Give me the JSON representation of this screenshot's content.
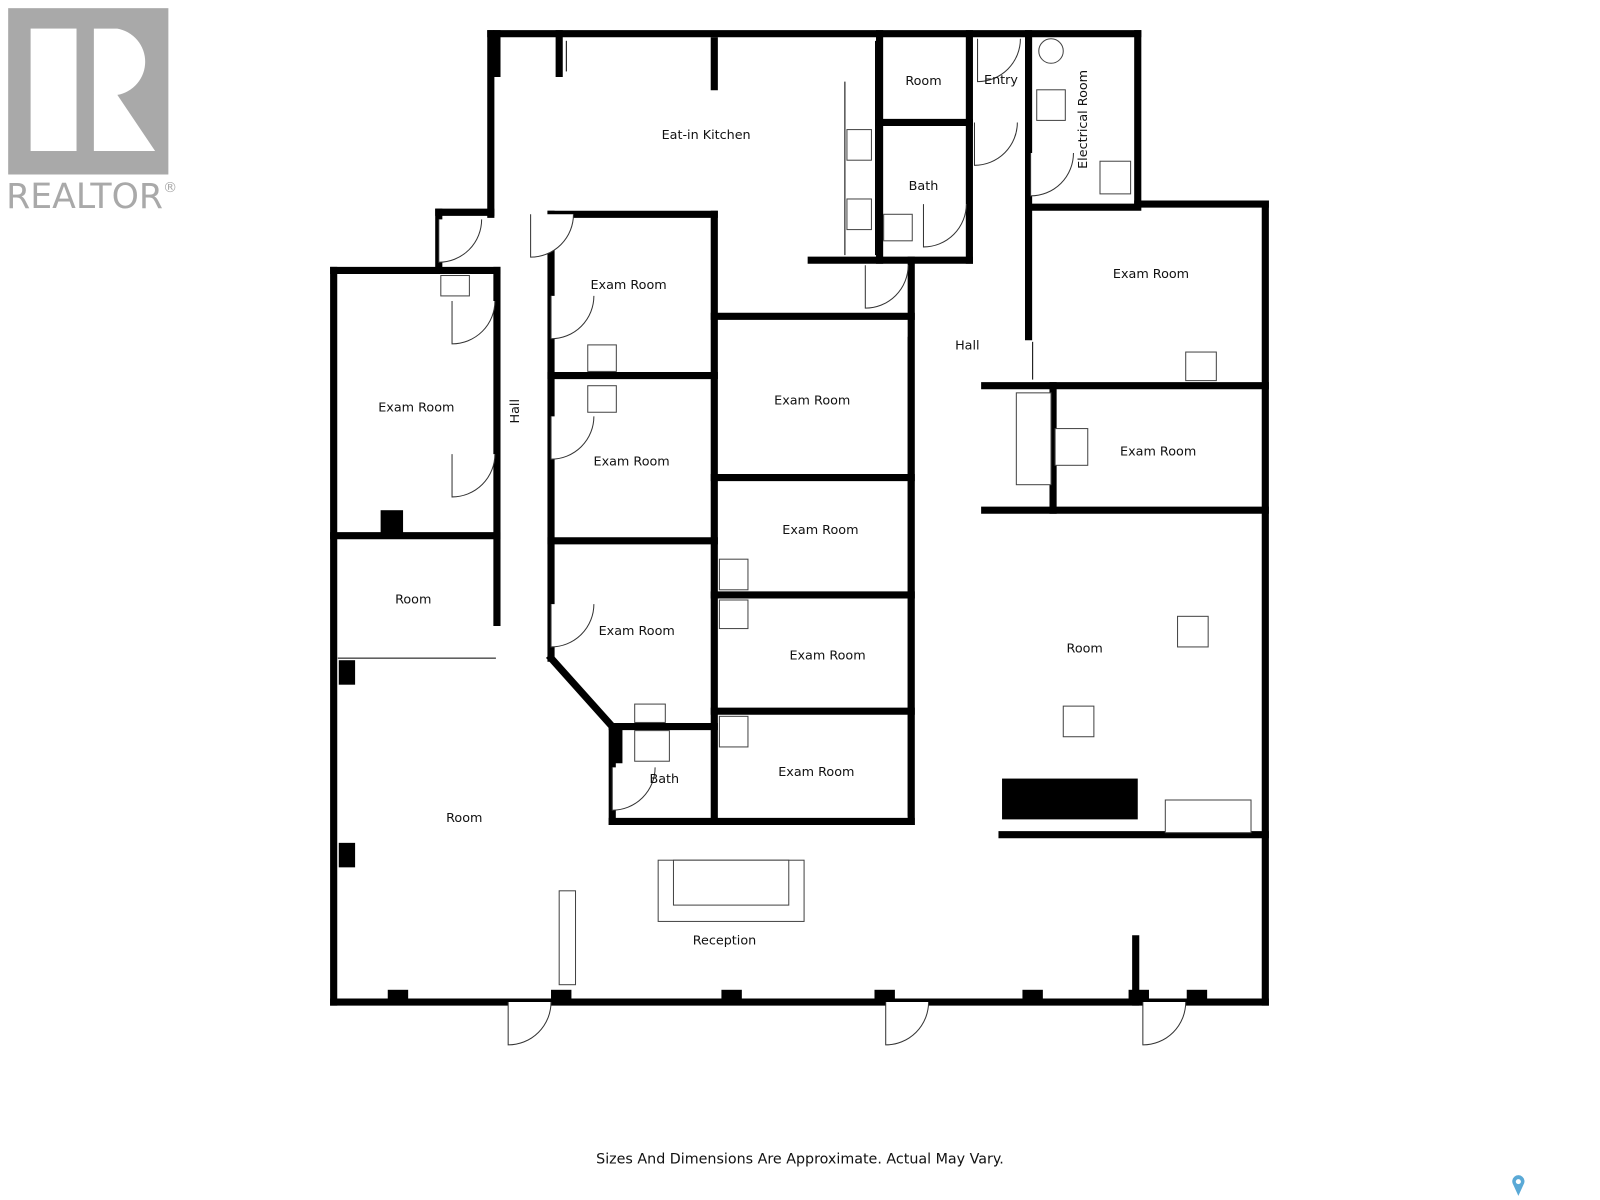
{
  "logo": {
    "text": "REALTOR",
    "mark": "®",
    "color": "#a9a9a9"
  },
  "rooms": [
    {
      "id": "kitchen",
      "label": "Eat-in Kitchen"
    },
    {
      "id": "room-top",
      "label": "Room"
    },
    {
      "id": "entry",
      "label": "Entry"
    },
    {
      "id": "electrical",
      "label": "Electrical Room"
    },
    {
      "id": "bath-top",
      "label": "Bath"
    },
    {
      "id": "exam-left",
      "label": "Exam Room"
    },
    {
      "id": "hall-left",
      "label": "Hall"
    },
    {
      "id": "exam-a",
      "label": "Exam Room"
    },
    {
      "id": "exam-b",
      "label": "Exam Room"
    },
    {
      "id": "exam-c",
      "label": "Exam Room"
    },
    {
      "id": "exam-mid1",
      "label": "Exam Room"
    },
    {
      "id": "exam-mid2",
      "label": "Exam Room"
    },
    {
      "id": "exam-mid3",
      "label": "Exam Room"
    },
    {
      "id": "exam-mid4",
      "label": "Exam Room"
    },
    {
      "id": "hall-right",
      "label": "Hall"
    },
    {
      "id": "exam-right1",
      "label": "Exam Room"
    },
    {
      "id": "exam-right2",
      "label": "Exam Room"
    },
    {
      "id": "room-left",
      "label": "Room"
    },
    {
      "id": "room-large-left",
      "label": "Room"
    },
    {
      "id": "bath-mid",
      "label": "Bath"
    },
    {
      "id": "room-right",
      "label": "Room"
    },
    {
      "id": "reception",
      "label": "Reception"
    }
  ],
  "footer": "Sizes And Dimensions Are Approximate. Actual May Vary.",
  "pin_color": "#5aa9d6"
}
